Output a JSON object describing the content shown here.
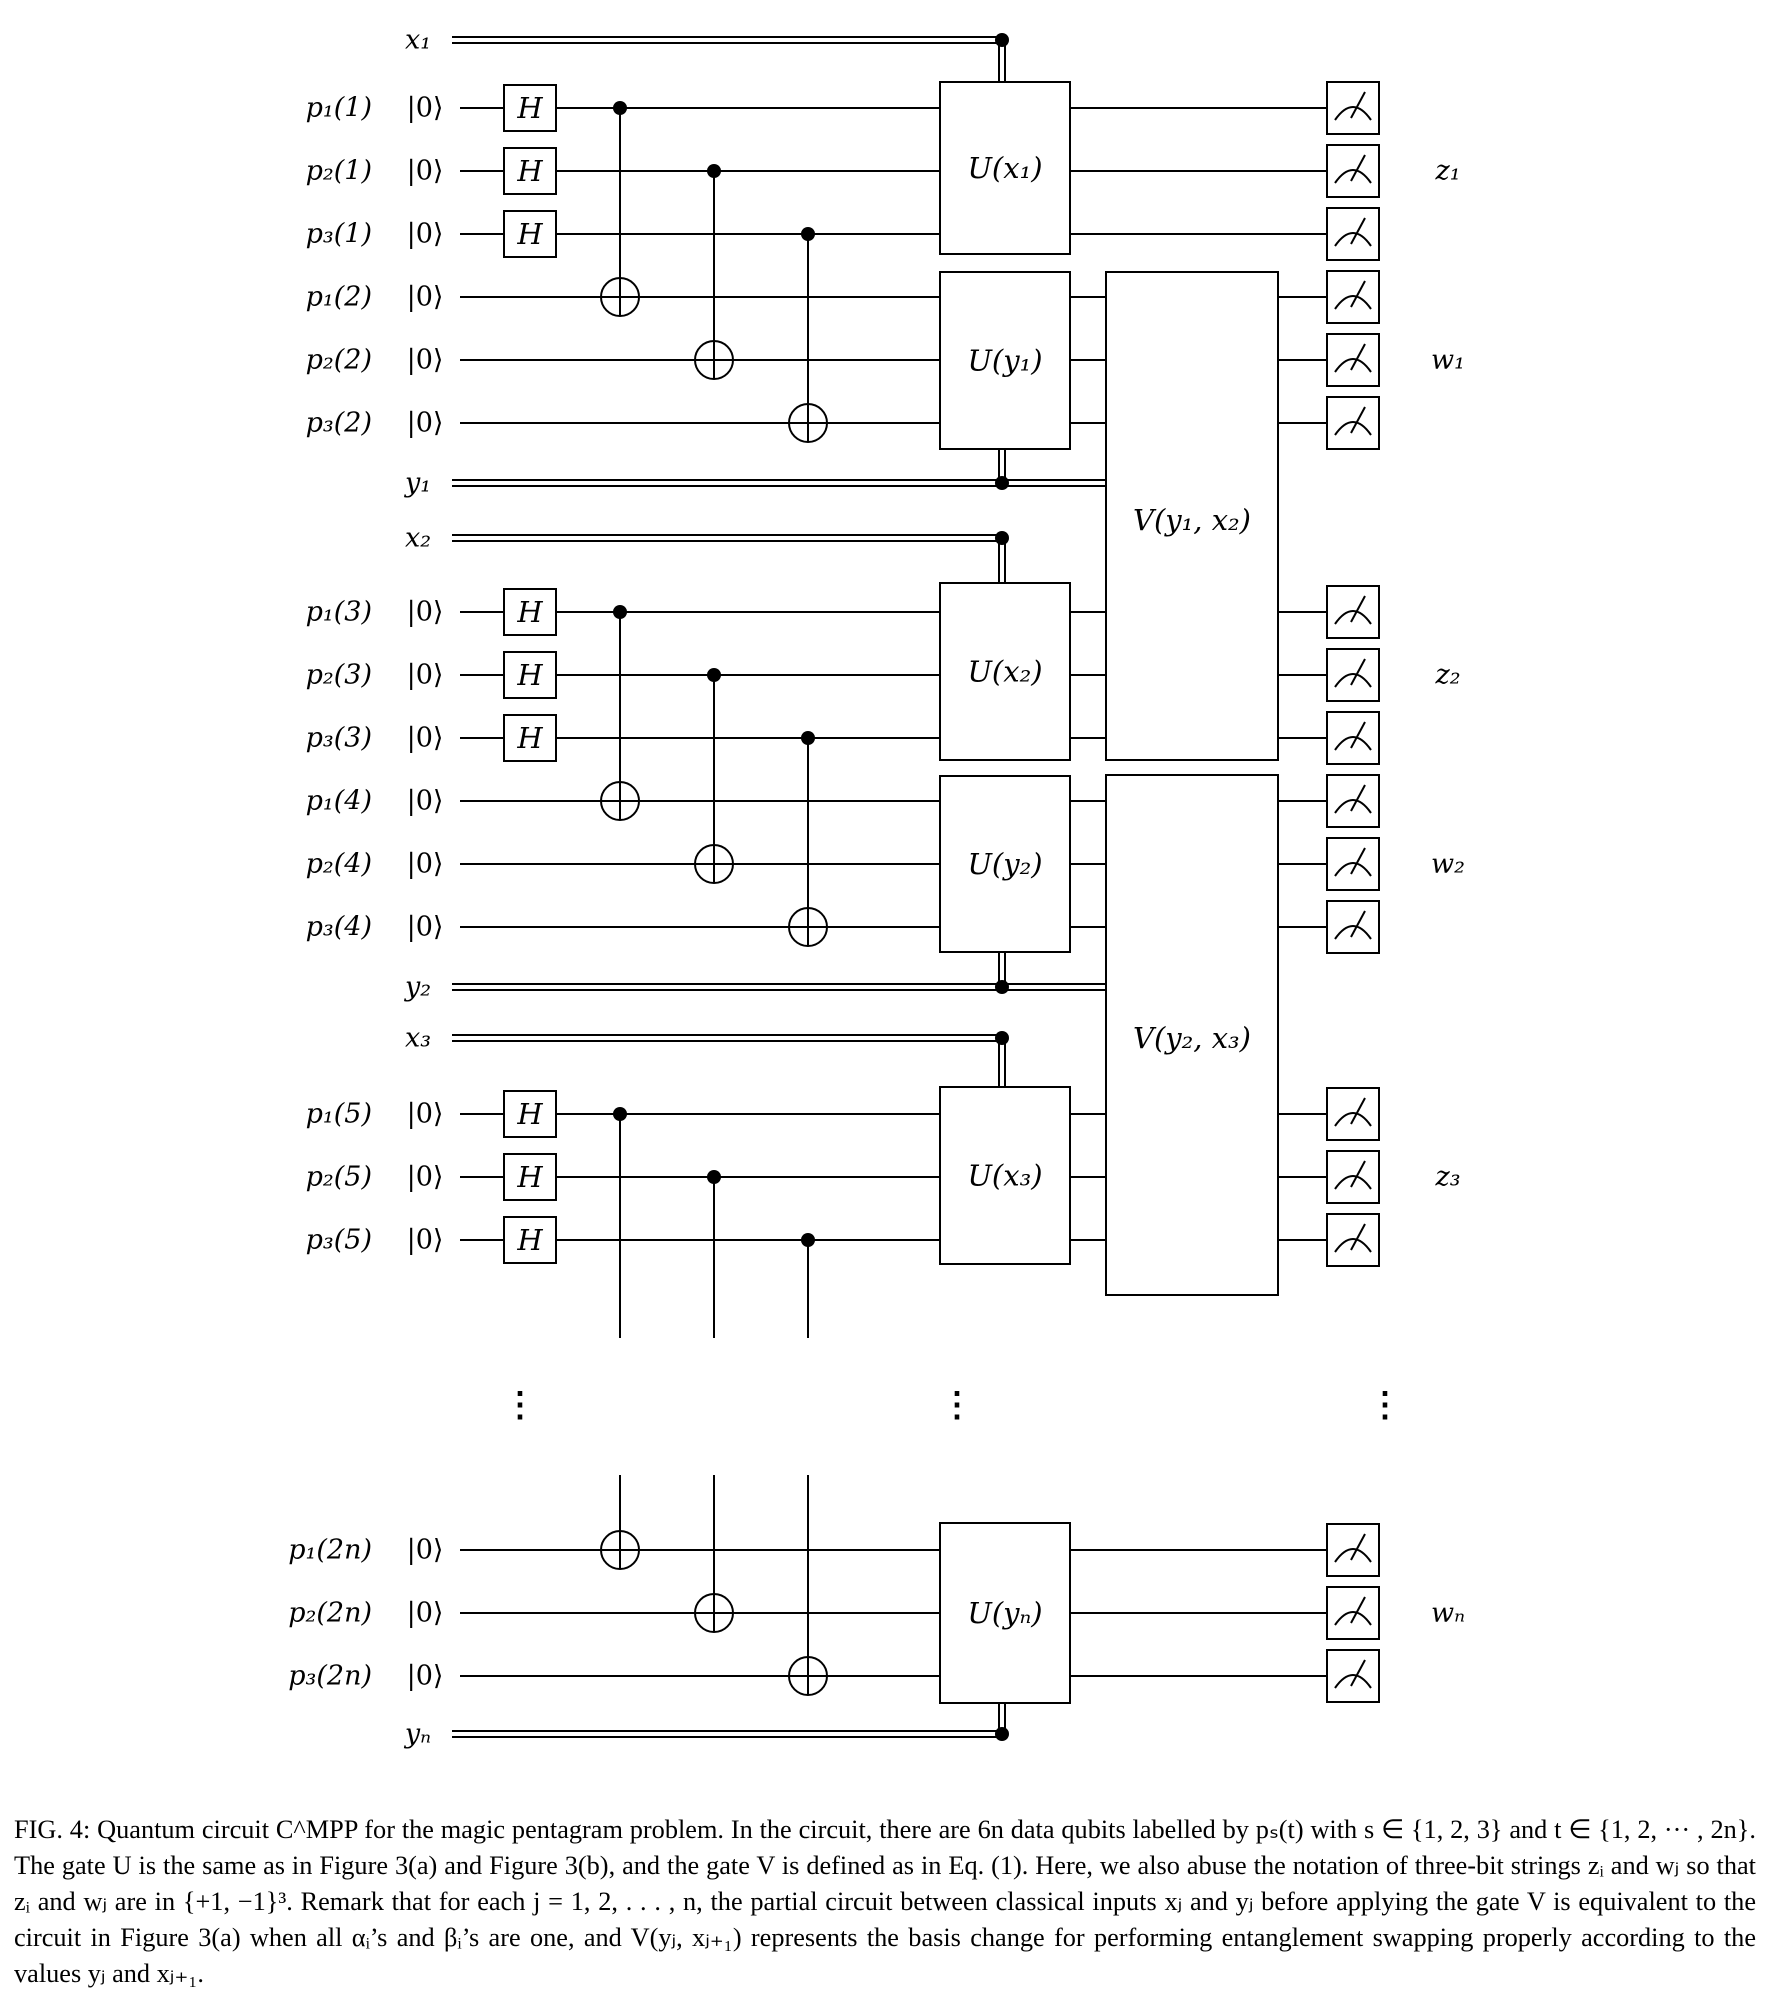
{
  "qubits": [
    {
      "label": "p₁(1)",
      "ket": "|0⟩"
    },
    {
      "label": "p₂(1)",
      "ket": "|0⟩"
    },
    {
      "label": "p₃(1)",
      "ket": "|0⟩"
    },
    {
      "label": "p₁(2)",
      "ket": "|0⟩"
    },
    {
      "label": "p₂(2)",
      "ket": "|0⟩"
    },
    {
      "label": "p₃(2)",
      "ket": "|0⟩"
    },
    {
      "label": "p₁(3)",
      "ket": "|0⟩"
    },
    {
      "label": "p₂(3)",
      "ket": "|0⟩"
    },
    {
      "label": "p₃(3)",
      "ket": "|0⟩"
    },
    {
      "label": "p₁(4)",
      "ket": "|0⟩"
    },
    {
      "label": "p₂(4)",
      "ket": "|0⟩"
    },
    {
      "label": "p₃(4)",
      "ket": "|0⟩"
    },
    {
      "label": "p₁(5)",
      "ket": "|0⟩"
    },
    {
      "label": "p₂(5)",
      "ket": "|0⟩"
    },
    {
      "label": "p₃(5)",
      "ket": "|0⟩"
    },
    {
      "label": "p₁(2n)",
      "ket": "|0⟩"
    },
    {
      "label": "p₂(2n)",
      "ket": "|0⟩"
    },
    {
      "label": "p₃(2n)",
      "ket": "|0⟩"
    }
  ],
  "classical": [
    "x₁",
    "y₁",
    "x₂",
    "y₂",
    "x₃",
    "yₙ"
  ],
  "gates": {
    "h": "H",
    "u": [
      "U(x₁)",
      "U(y₁)",
      "U(x₂)",
      "U(y₂)",
      "U(x₃)",
      "U(yₙ)"
    ],
    "v": [
      "V(y₁, x₂)",
      "V(y₂, x₃)"
    ]
  },
  "outputs": [
    "z₁",
    "w₁",
    "z₂",
    "w₂",
    "z₃",
    "wₙ"
  ],
  "ellipsis": "⋮",
  "caption": {
    "fig": "FIG. 4:",
    "text": " Quantum circuit C^MPP for the magic pentagram problem. In the circuit, there are 6n data qubits labelled by pₛ(t) with s ∈ {1, 2, 3} and t ∈ {1, 2, ··· , 2n}. The gate U is the same as in Figure 3(a) and Figure 3(b), and the gate V is defined as in Eq. (1). Here, we also abuse the notation of three-bit strings zᵢ and wⱼ so that zᵢ and wⱼ are in {+1, −1}³. Remark that for each j = 1, 2, . . . , n, the partial circuit between classical inputs xⱼ and yⱼ before applying the gate V is equivalent to the circuit in Figure 3(a) when all αᵢ’s and βᵢ’s are one, and V(yⱼ, xⱼ₊₁) represents the basis change for performing entanglement swapping properly according to the values yⱼ and xⱼ₊₁."
  }
}
